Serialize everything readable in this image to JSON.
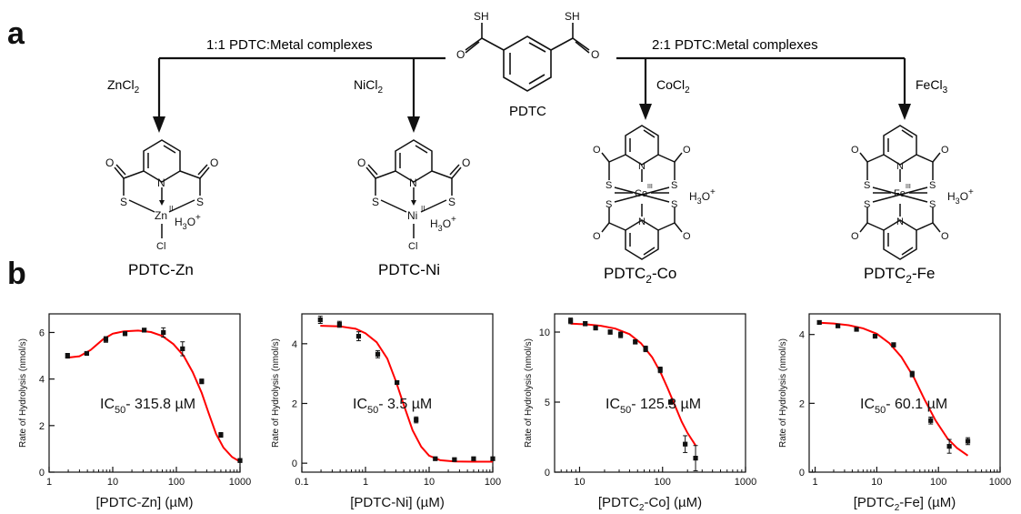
{
  "panel_a": {
    "letter": "a",
    "group_left": "1:1 PDTC:Metal complexes",
    "group_right": "2:1 PDTC:Metal complexes",
    "ligand": "PDTC",
    "reagents": [
      {
        "base": "ZnCl",
        "sub": "2"
      },
      {
        "base": "NiCl",
        "sub": "2"
      },
      {
        "base": "CoCl",
        "sub": "2"
      },
      {
        "base": "FeCl",
        "sub": "3"
      }
    ],
    "products": [
      {
        "pre": "PDTC-Zn",
        "sub": "",
        "post": ""
      },
      {
        "pre": "PDTC-Ni",
        "sub": "",
        "post": ""
      },
      {
        "pre": "PDTC",
        "sub": "2",
        "post": "-Co"
      },
      {
        "pre": "PDTC",
        "sub": "2",
        "post": "-Fe"
      }
    ],
    "atoms": {
      "S": "S",
      "SH": "SH",
      "O": "O",
      "N": "N",
      "Cl": "Cl",
      "H3O": "H",
      "H3O_sub": "3",
      "H3O_o": "O",
      "plus": "+",
      "Zn": "Zn",
      "Ni": "Ni",
      "Co": "Co",
      "Fe": "Fe",
      "ox2": "II",
      "ox3": "III"
    }
  },
  "panel_b": {
    "letter": "b"
  },
  "chart_data": [
    {
      "type": "scatter",
      "xscale": "log",
      "xlim": [
        1,
        1000
      ],
      "ylim": [
        0,
        6.8
      ],
      "xticks": [
        1,
        10,
        100,
        1000
      ],
      "xtick_labels": [
        "1",
        "10",
        "100",
        "1000"
      ],
      "yticks": [
        0,
        2,
        4,
        6
      ],
      "ytick_labels": [
        "0",
        "2",
        "4",
        "6"
      ],
      "xlabel": "[PDTC-Zn] (µM)",
      "xlabel_parts": {
        "pre": "[PDTC-Zn] (µM)",
        "sub": "",
        "post": ""
      },
      "ylabel": "Rate of Hydrolysis (nmol/s)",
      "annotation": {
        "pre": "IC",
        "sub": "50",
        "post": "- 315.8 µM"
      },
      "x": [
        1.95,
        3.9,
        7.8,
        15.6,
        31.25,
        62.5,
        125,
        250,
        500,
        1000
      ],
      "y": [
        5.0,
        5.1,
        5.7,
        5.95,
        6.1,
        6.0,
        5.3,
        3.9,
        1.6,
        0.5
      ],
      "err": [
        0.1,
        0.05,
        0.12,
        0.08,
        0.08,
        0.2,
        0.3,
        0.1,
        0.1,
        0.08
      ],
      "fit": {
        "color": "#ff0000",
        "points": [
          [
            1.95,
            4.92
          ],
          [
            3,
            4.98
          ],
          [
            4.5,
            5.25
          ],
          [
            7,
            5.7
          ],
          [
            10,
            5.95
          ],
          [
            15,
            6.05
          ],
          [
            25,
            6.08
          ],
          [
            40,
            6.02
          ],
          [
            60,
            5.85
          ],
          [
            90,
            5.5
          ],
          [
            130,
            5.0
          ],
          [
            180,
            4.3
          ],
          [
            250,
            3.4
          ],
          [
            320,
            2.55
          ],
          [
            420,
            1.65
          ],
          [
            550,
            1.05
          ],
          [
            750,
            0.65
          ],
          [
            1000,
            0.45
          ]
        ]
      }
    },
    {
      "type": "scatter",
      "xscale": "log",
      "xlim": [
        0.1,
        100
      ],
      "ylim": [
        -0.3,
        5.0
      ],
      "xticks": [
        0.1,
        1,
        10,
        100
      ],
      "xtick_labels": [
        "0.1",
        "1",
        "10",
        "100"
      ],
      "yticks": [
        0,
        2,
        4
      ],
      "ytick_labels": [
        "0",
        "2",
        "4"
      ],
      "xlabel": "[PDTC-Ni] (µM)",
      "xlabel_parts": {
        "pre": "[PDTC-Ni] (µM)",
        "sub": "",
        "post": ""
      },
      "ylabel": "Rate of Hydrolysis (nmol/s)",
      "annotation": {
        "pre": "IC",
        "sub": "50",
        "post": "- 3.5 µM"
      },
      "x": [
        0.195,
        0.39,
        0.78,
        1.56,
        3.125,
        6.25,
        12.5,
        25,
        50,
        100
      ],
      "y": [
        4.8,
        4.65,
        4.25,
        3.65,
        2.7,
        1.45,
        0.15,
        0.12,
        0.15,
        0.15
      ],
      "err": [
        0.12,
        0.1,
        0.15,
        0.12,
        0.05,
        0.1,
        0.05,
        0.03,
        0.04,
        0.04
      ],
      "fit": {
        "color": "#ff0000",
        "points": [
          [
            0.195,
            4.6
          ],
          [
            0.4,
            4.58
          ],
          [
            0.7,
            4.5
          ],
          [
            1.0,
            4.35
          ],
          [
            1.5,
            4.05
          ],
          [
            2.2,
            3.5
          ],
          [
            3.0,
            2.75
          ],
          [
            4.0,
            1.95
          ],
          [
            5.5,
            1.1
          ],
          [
            7.5,
            0.55
          ],
          [
            10,
            0.25
          ],
          [
            15,
            0.1
          ],
          [
            25,
            0.06
          ],
          [
            50,
            0.05
          ],
          [
            100,
            0.05
          ]
        ]
      }
    },
    {
      "type": "scatter",
      "xscale": "log",
      "xlim": [
        5,
        1000
      ],
      "ylim": [
        0,
        11.3
      ],
      "xticks": [
        10,
        100,
        1000
      ],
      "xtick_labels": [
        "10",
        "100",
        "1000"
      ],
      "yticks": [
        0,
        5,
        10
      ],
      "ytick_labels": [
        "0",
        "5",
        "10"
      ],
      "xlabel": "[PDTC2-Co] (µM)",
      "xlabel_parts": {
        "pre": "[PDTC",
        "sub": "2",
        "post": "-Co] (µM)"
      },
      "ylabel": "Rate of Hydrolysis (nmol/s)",
      "annotation": {
        "pre": "IC",
        "sub": "50",
        "post": "- 125.3 µM"
      },
      "x": [
        7.8,
        11.7,
        15.6,
        23.4,
        31.25,
        46.9,
        62.5,
        93.8,
        125,
        187.5,
        250
      ],
      "y": [
        10.8,
        10.6,
        10.3,
        10.0,
        9.8,
        9.3,
        8.8,
        7.3,
        5.0,
        2.0,
        1.0
      ],
      "err": [
        0.2,
        0.15,
        0.15,
        0.15,
        0.2,
        0.15,
        0.2,
        0.2,
        0.15,
        0.6,
        0.9
      ],
      "fit": {
        "color": "#ff0000",
        "points": [
          [
            7.8,
            10.6
          ],
          [
            12,
            10.55
          ],
          [
            18,
            10.45
          ],
          [
            27,
            10.25
          ],
          [
            40,
            9.85
          ],
          [
            55,
            9.2
          ],
          [
            75,
            8.2
          ],
          [
            95,
            7.1
          ],
          [
            115,
            6.0
          ],
          [
            140,
            4.8
          ],
          [
            170,
            3.6
          ],
          [
            200,
            2.8
          ],
          [
            250,
            1.9
          ]
        ]
      }
    },
    {
      "type": "scatter",
      "xscale": "log",
      "xlim": [
        0.8,
        1000
      ],
      "ylim": [
        0,
        4.6
      ],
      "xticks": [
        1,
        10,
        100,
        1000
      ],
      "xtick_labels": [
        "1",
        "10",
        "100",
        "1000"
      ],
      "yticks": [
        0,
        2,
        4
      ],
      "ytick_labels": [
        "0",
        "2",
        "4"
      ],
      "xlabel": "[PDTC2-Fe] (µM)",
      "xlabel_parts": {
        "pre": "[PDTC",
        "sub": "2",
        "post": "-Fe] (µM)"
      },
      "ylabel": "Rate of Hydrolysis (nmol/s)",
      "annotation": {
        "pre": "IC",
        "sub": "50",
        "post": "- 60.1 µM"
      },
      "x": [
        1.17,
        2.34,
        4.69,
        9.38,
        18.75,
        37.5,
        75,
        150,
        300
      ],
      "y": [
        4.35,
        4.25,
        4.15,
        3.95,
        3.7,
        2.85,
        1.5,
        0.75,
        0.9
      ],
      "err": [
        0.04,
        0.04,
        0.04,
        0.04,
        0.06,
        0.08,
        0.1,
        0.2,
        0.1
      ],
      "fit": {
        "color": "#ff0000",
        "points": [
          [
            1.17,
            4.34
          ],
          [
            2,
            4.32
          ],
          [
            3.5,
            4.27
          ],
          [
            6,
            4.18
          ],
          [
            10,
            4.02
          ],
          [
            16,
            3.75
          ],
          [
            25,
            3.35
          ],
          [
            40,
            2.75
          ],
          [
            60,
            2.1
          ],
          [
            90,
            1.5
          ],
          [
            140,
            0.98
          ],
          [
            200,
            0.7
          ],
          [
            300,
            0.48
          ]
        ]
      }
    }
  ]
}
